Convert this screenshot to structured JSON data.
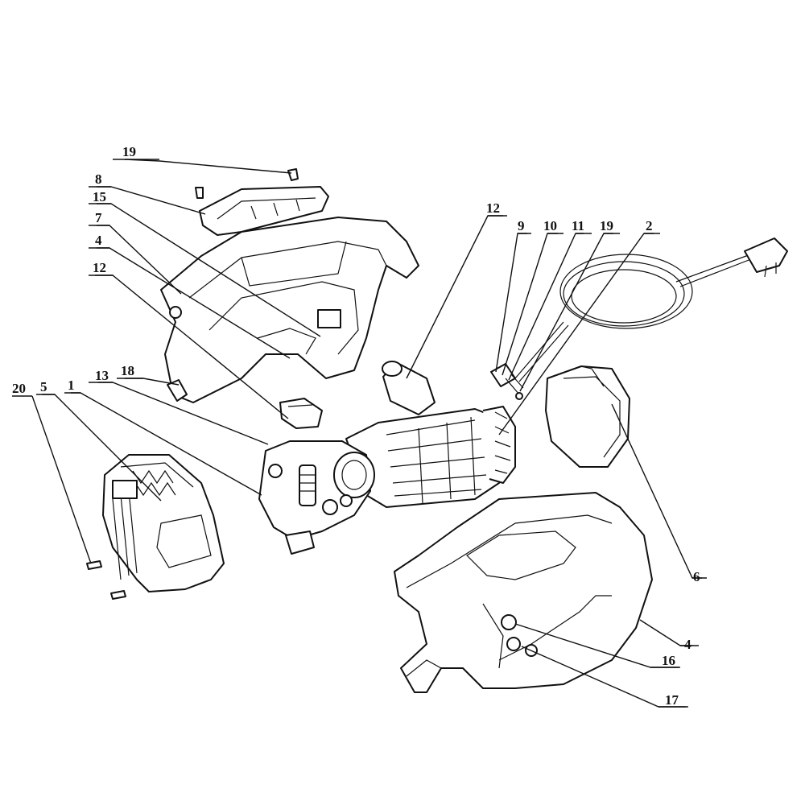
{
  "callouts": [
    {
      "id": "c19-top",
      "text": "19"
    },
    {
      "id": "c8",
      "text": "8"
    },
    {
      "id": "c15",
      "text": "15"
    },
    {
      "id": "c7",
      "text": "7"
    },
    {
      "id": "c4-left",
      "text": "4"
    },
    {
      "id": "c12-left",
      "text": "12"
    },
    {
      "id": "c18",
      "text": "18"
    },
    {
      "id": "c13",
      "text": "13"
    },
    {
      "id": "c20",
      "text": "20"
    },
    {
      "id": "c5",
      "text": "5"
    },
    {
      "id": "c1",
      "text": "1"
    },
    {
      "id": "c12-top",
      "text": "12"
    },
    {
      "id": "c9",
      "text": "9"
    },
    {
      "id": "c10",
      "text": "10"
    },
    {
      "id": "c11",
      "text": "11"
    },
    {
      "id": "c19-right",
      "text": "19"
    },
    {
      "id": "c2",
      "text": "2"
    },
    {
      "id": "c6",
      "text": "6"
    },
    {
      "id": "c4-right",
      "text": "4"
    },
    {
      "id": "c16",
      "text": "16"
    },
    {
      "id": "c17",
      "text": "17"
    }
  ]
}
